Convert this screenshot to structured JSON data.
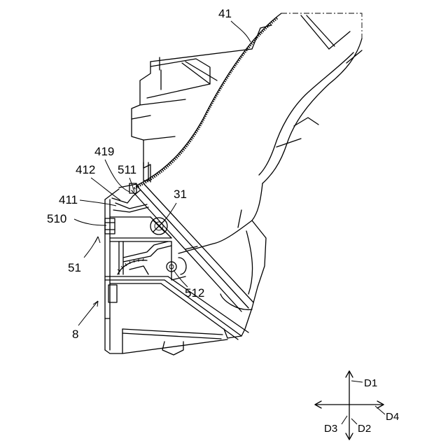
{
  "figure": {
    "labels": {
      "l41": "41",
      "l419": "419",
      "l412": "412",
      "l511": "511",
      "l411": "411",
      "l31": "31",
      "l510": "510",
      "l51": "51",
      "l512": "512",
      "l8": "8"
    },
    "directions": {
      "d1": "D1",
      "d2": "D2",
      "d3": "D3",
      "d4": "D4"
    }
  }
}
